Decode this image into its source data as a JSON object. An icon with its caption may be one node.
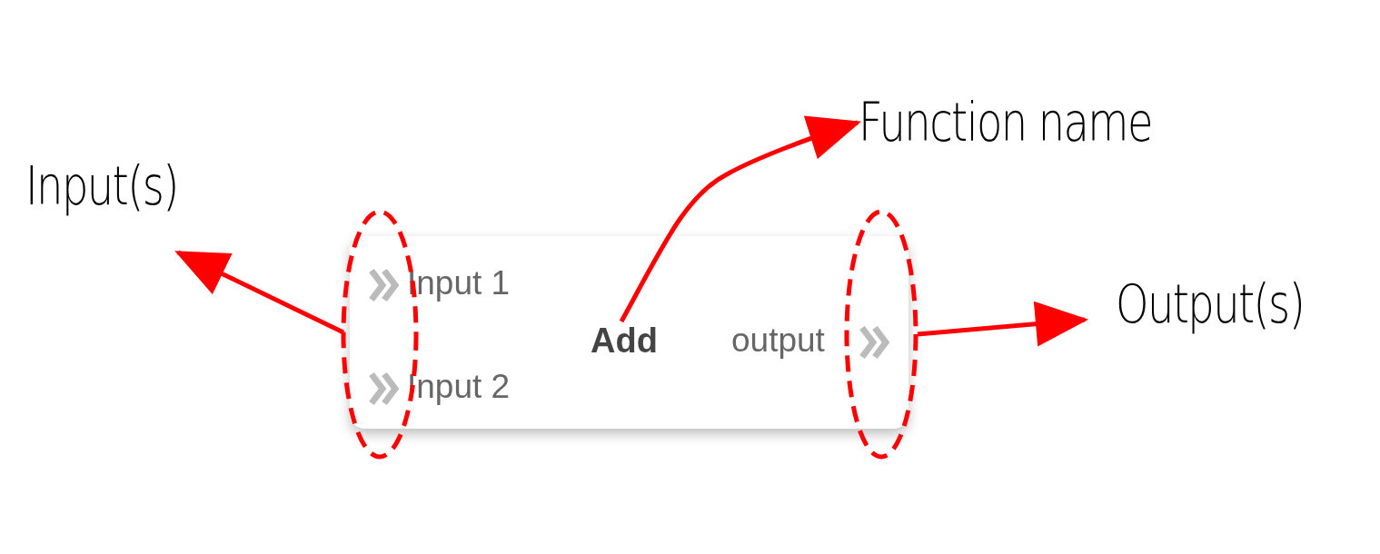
{
  "diagram": {
    "nodes": [
      {
        "text": [],
        "shape": "box"
      },
      {
        "text": [
          "Add"
        ],
        "in": 0
      },
      {
        "text": [
          "Input 1"
        ],
        "in": 0
      },
      {
        "text": [
          "Input 2"
        ],
        "in": 0
      },
      {
        "text": [
          "output"
        ],
        "in": 0
      },
      {
        "text": [],
        "shape": "ellipse"
      },
      {
        "text": [],
        "shape": "ellipse"
      },
      {
        "text": [
          "Input(s)"
        ]
      },
      {
        "text": [
          "Function name"
        ]
      },
      {
        "text": [
          "Output(s)"
        ]
      }
    ],
    "edges": [
      {
        "from": 5,
        "to": 7,
        "arrow": "to"
      },
      {
        "from": 1,
        "to": 8,
        "arrow": "to"
      },
      {
        "from": 6,
        "to": 9,
        "arrow": "to"
      }
    ]
  }
}
